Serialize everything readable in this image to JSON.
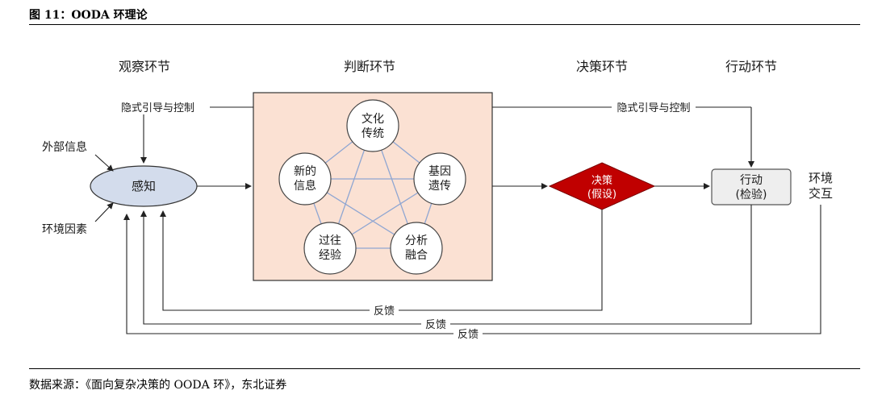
{
  "figure": {
    "title": "图 11：OODA 环理论",
    "source": "数据来源：《面向复杂决策的 OODA 环》，东北证券"
  },
  "stages": {
    "observe": "观察环节",
    "orient": "判断环节",
    "decide": "决策环节",
    "act": "行动环节"
  },
  "inputs": {
    "external_info": "外部信息",
    "environment_factors": "环境因素"
  },
  "nodes": {
    "perceive": "感知",
    "decision_l1": "决策",
    "decision_l2": "(假设)",
    "action_l1": "行动",
    "action_l2": "(检验)",
    "env_interaction_l1": "环境",
    "env_interaction_l2": "交互"
  },
  "orient_circles": {
    "culture_l1": "文化",
    "culture_l2": "传统",
    "genetic_l1": "基因",
    "genetic_l2": "遗传",
    "analysis_l1": "分析",
    "analysis_l2": "融合",
    "experience_l1": "过往",
    "experience_l2": "经验",
    "new_info_l1": "新的",
    "new_info_l2": "信息"
  },
  "edges": {
    "implicit_control_left": "隐式引导与控制",
    "implicit_control_right": "隐式引导与控制",
    "feedback_1": "反馈",
    "feedback_2": "反馈",
    "feedback_3": "反馈"
  },
  "colors": {
    "orient_box_fill": "#fbe1d3",
    "perceive_fill": "#d3dcec",
    "decision_fill": "#c00000",
    "action_fill": "#eeeeee",
    "web_line": "#8fa6d2"
  }
}
